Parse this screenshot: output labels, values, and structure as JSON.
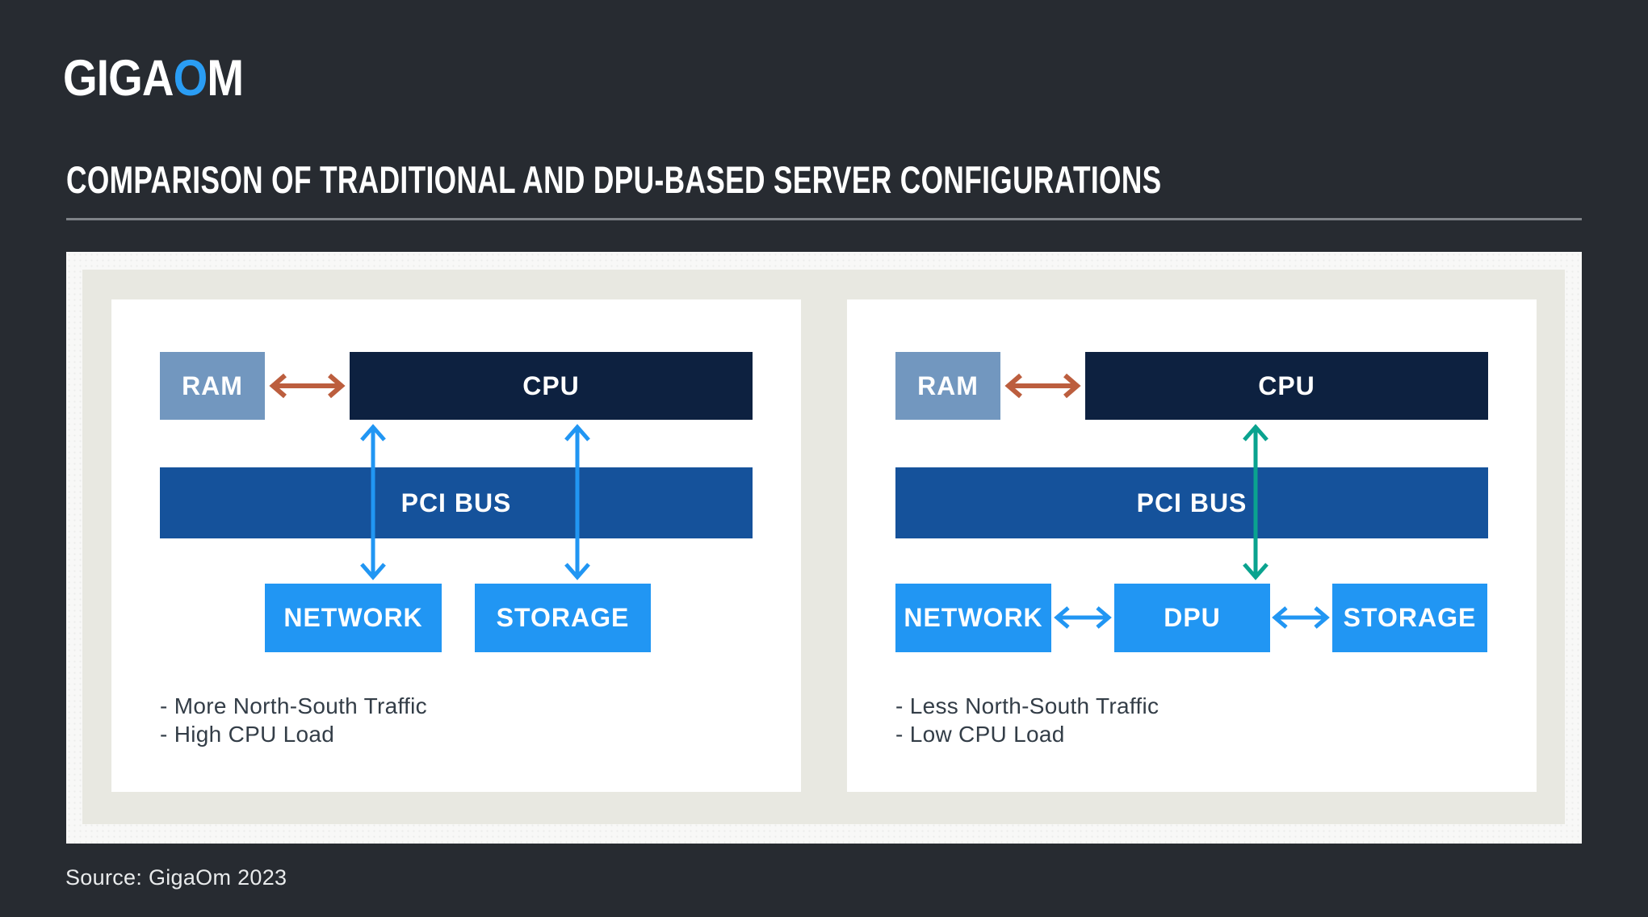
{
  "colors": {
    "page-bg": "#272b31",
    "logo-accent": "#2a9df4",
    "title-text": "#ffffff",
    "divider": "#7e8287",
    "panel-outer": "#f8f8f7",
    "panel-inner": "#e8e8e1",
    "card-bg": "#ffffff",
    "ram-box": "#7297bf",
    "cpu-box": "#0d2140",
    "pci-bar": "#15529b",
    "device-box": "#2196f3",
    "arrow-red": "#bc5e3e",
    "arrow-blue": "#2196f3",
    "arrow-teal": "#0aa38f",
    "note-text": "#333d47",
    "source-text": "#e9ebec"
  },
  "header": {
    "logo": {
      "part1": "GIGA",
      "accent": "O",
      "part2": "M"
    },
    "title": "COMPARISON OF TRADITIONAL AND DPU-BASED SERVER CONFIGURATIONS"
  },
  "cards": {
    "traditional": {
      "labels": {
        "ram": "RAM",
        "cpu": "CPU",
        "pci": "PCI BUS",
        "network": "NETWORK",
        "storage": "STORAGE"
      },
      "notes": [
        "- More North-South Traffic",
        "- High CPU Load"
      ]
    },
    "dpu": {
      "labels": {
        "ram": "RAM",
        "cpu": "CPU",
        "pci": "PCI BUS",
        "network": "NETWORK",
        "dpu": "DPU",
        "storage": "STORAGE"
      },
      "notes": [
        "- Less North-South Traffic",
        "- Low CPU Load"
      ]
    }
  },
  "footer": {
    "source": "Source: GigaOm 2023"
  }
}
